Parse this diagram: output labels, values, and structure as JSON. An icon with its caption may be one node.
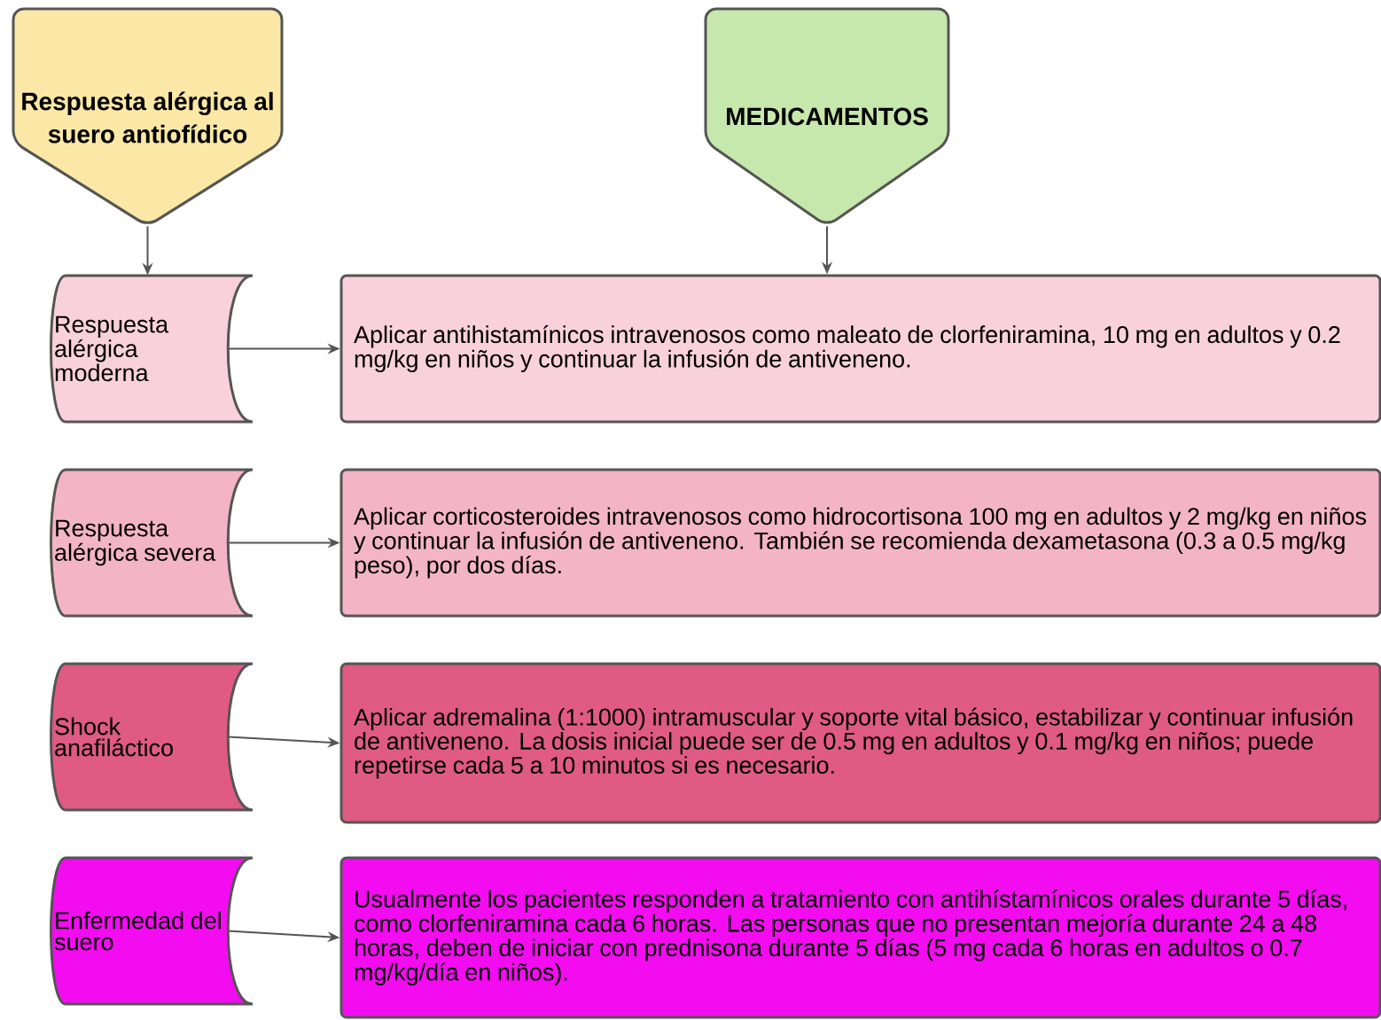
{
  "diagram": {
    "nodes": [
      {
        "text": [
          "Respuesta alérgica al suero antiofídico"
        ]
      },
      {
        "text": [
          "MEDICAMENTOS"
        ]
      },
      {
        "text": [
          "Respuesta alérgica moderna"
        ]
      },
      {
        "text": [
          "Respuesta alérgica severa"
        ]
      },
      {
        "text": [
          "Shock anafiláctico"
        ]
      },
      {
        "text": [
          "Enfermedad del suero"
        ]
      },
      {
        "text": [
          "Aplicar antihistamínicos intravenosos como maleato de clorfeniramina, 10 mg en adultos y 0.2 mg/kg en niños y continuar la infusión de antiveneno."
        ]
      },
      {
        "text": [
          "Aplicar corticosteroides intravenosos como hidrocortisona 100 mg en adultos y 2 mg/kg en niños y continuar la infusión de antiveneno. También se recomienda dexametasona (0.3 a 0.5 mg/kg peso), por dos días."
        ]
      },
      {
        "text": [
          "Aplicar adremalina (1:1000) intramuscular y soporte vital básico, estabilizar y continuar infusión de antiveneno. La dosis inicial puede ser de 0.5 mg en adultos y 0.1 mg/kg en niños; puede repetirse cada 5 a 10 minutos si es necesario."
        ]
      },
      {
        "text": [
          "Usualmente los pacientes responden a tratamiento con antihístamínicos orales durante 5 días, como clorfeniramina cada 6 horas. Las personas que no presentan mejoría durante 24 a 48 horas, deben de iniciar con prednisona durante 5 días (5 mg cada 6 horas en adultos o 0.7 mg/kg/día en niños)."
        ]
      }
    ],
    "edges": [
      {
        "from": 0,
        "to": 2,
        "arrow": "to"
      },
      {
        "from": 1,
        "to": 6,
        "arrow": "to"
      },
      {
        "from": 2,
        "to": 6,
        "arrow": "to"
      },
      {
        "from": 3,
        "to": 7,
        "arrow": "to"
      },
      {
        "from": 4,
        "to": 8,
        "arrow": "to"
      },
      {
        "from": 5,
        "to": 9,
        "arrow": "to"
      }
    ]
  }
}
